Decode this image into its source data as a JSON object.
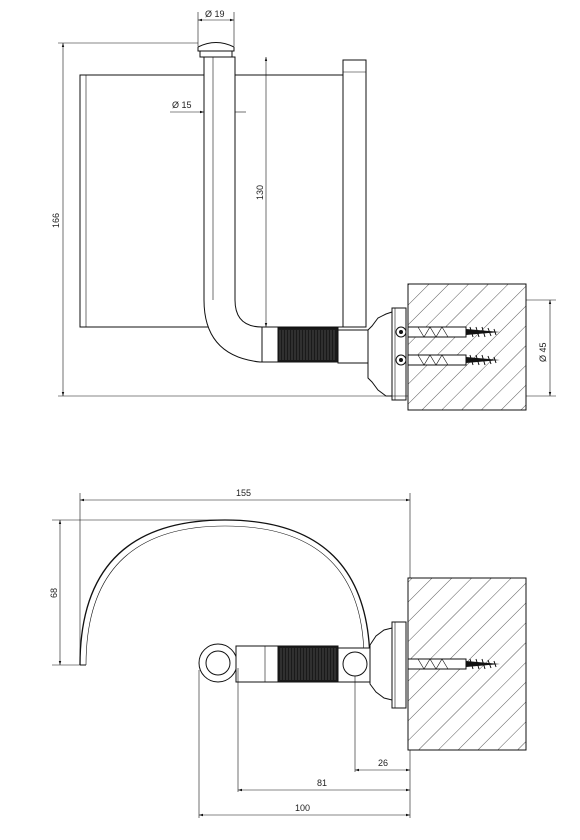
{
  "front_view": {
    "dims": {
      "top_diameter": "Ø 19",
      "rod_diameter": "Ø 15",
      "inner_height": "130",
      "total_height": "166",
      "base_diameter": "Ø 45"
    }
  },
  "top_view": {
    "dims": {
      "width": "155",
      "depth": "68",
      "offset_small": "26",
      "offset_mid": "81",
      "offset_total": "100"
    }
  },
  "colors": {
    "line": "#111111",
    "background": "#ffffff"
  }
}
